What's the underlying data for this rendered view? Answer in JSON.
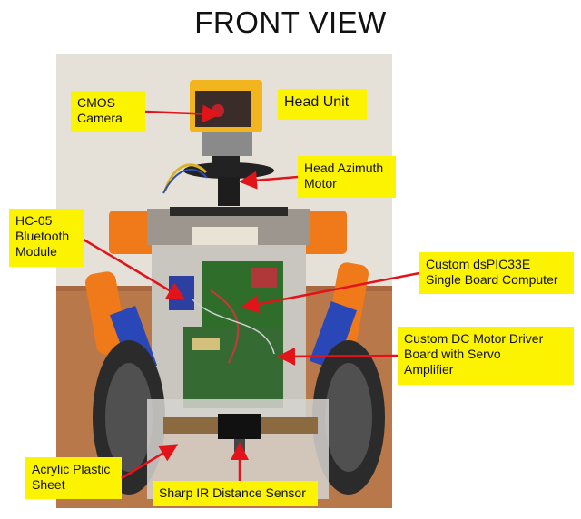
{
  "title": "FRONT VIEW",
  "labels": {
    "cmos_camera": "CMOS\nCamera",
    "head_unit": "Head Unit",
    "head_azimuth_motor": "Head Azimuth\nMotor",
    "hc05_bluetooth": "HC-05\nBluetooth\nModule",
    "single_board_computer": "Custom dsPIC33E\nSingle Board Computer",
    "motor_driver_board": "Custom DC Motor Driver\nBoard with Servo\nAmplifier",
    "acrylic_sheet": "Acrylic Plastic\nSheet",
    "ir_sensor": "Sharp IR Distance Sensor"
  },
  "colors": {
    "label_bg": "#fcf300",
    "arrow": "#e2141a",
    "robot_orange": "#f07a1a",
    "board_green": "#2f6d2b"
  }
}
